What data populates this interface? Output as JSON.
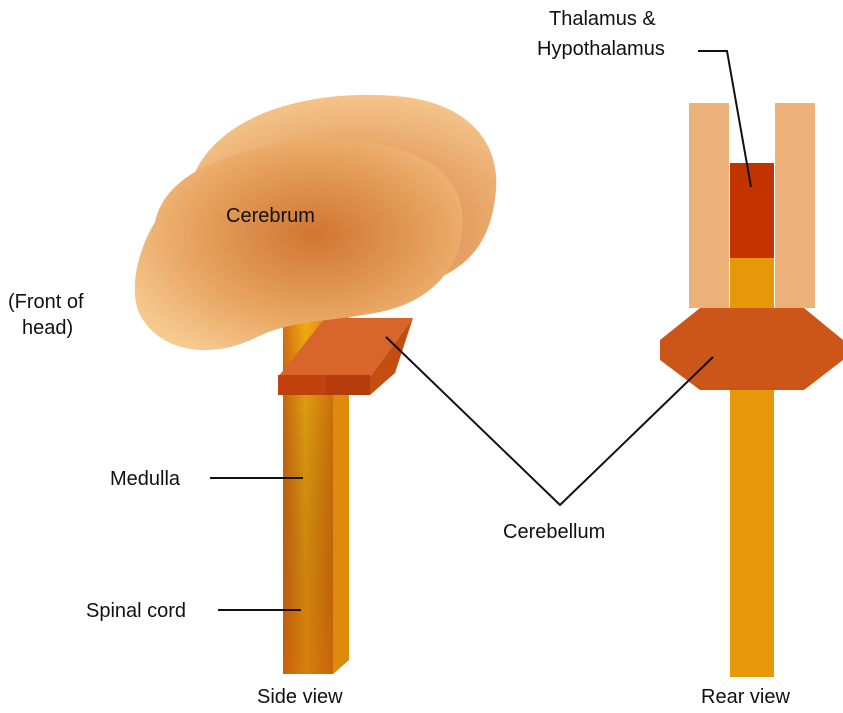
{
  "labels": {
    "cerebrum": "Cerebrum",
    "front_line1": "(Front of",
    "front_line2": "head)",
    "medulla": "Medulla",
    "spinal_cord": "Spinal cord",
    "cerebellum": "Cerebellum",
    "thalamus_line1": "Thalamus &",
    "thalamus_line2": "Hypothalamus",
    "side_view": "Side view",
    "rear_view": "Rear view"
  },
  "colors": {
    "cerebrum_light": "#F3C487",
    "cerebrum_dark": "#D07A3A",
    "cord_orange": "#E5980A",
    "cerebellum": "#CC5519",
    "cerebellum_top": "#DE6A28",
    "thalamus": "#C23300",
    "rear_sides": "#EDB27A",
    "line": "#111111"
  }
}
